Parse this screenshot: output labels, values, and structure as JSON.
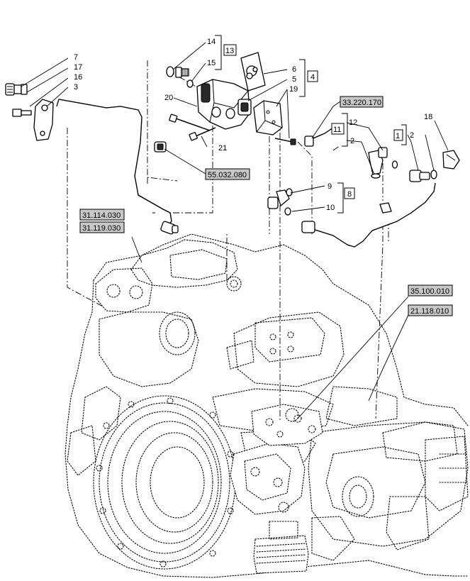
{
  "ref_labels": [
    "33.220.170",
    "55.032.080",
    "31.114.030",
    "31.119.030",
    "35.100.010",
    "21.118.010"
  ],
  "group_labels": [
    "13",
    "4",
    "11",
    "1",
    "8"
  ],
  "part_numbers": [
    "7",
    "17",
    "16",
    "3",
    "14",
    "15",
    "20",
    "6",
    "5",
    "19",
    "21",
    "12",
    "2",
    "18",
    "2",
    "9",
    "10"
  ]
}
